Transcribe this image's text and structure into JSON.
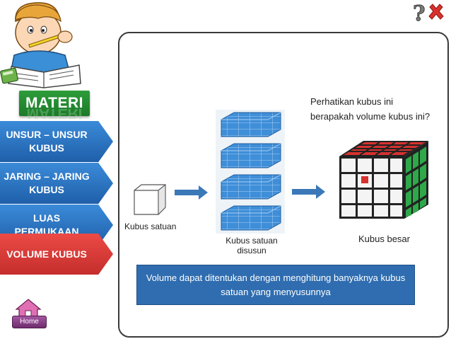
{
  "sidebar": {
    "header": "MATERI",
    "items": [
      {
        "label": "UNSUR – UNSUR KUBUS",
        "active": false
      },
      {
        "label": "JARING – JARING KUBUS",
        "active": false
      },
      {
        "label": "LUAS PERMUKAAN",
        "active": false
      },
      {
        "label": "VOLUME KUBUS",
        "active": true
      }
    ],
    "home_label": "Home"
  },
  "content": {
    "prompt_line1": "Perhatikan kubus ini",
    "prompt_line2": "berapakah volume kubus ini?",
    "cube_unit_label": "Kubus satuan",
    "stacked_label": "Kubus satuan disusun",
    "big_cube_label": "Kubus besar",
    "info_text": "Volume dapat ditentukan dengan menghitung banyaknya kubus satuan yang menyusunnya"
  },
  "icons": {
    "help": "question-mark-icon",
    "close": "close-x-icon",
    "home": "house-icon"
  },
  "colors": {
    "nav_blue": "#2f73c2",
    "nav_active_red": "#d83a37",
    "materi_green": "#22882f",
    "info_blue": "#2f6db0"
  }
}
